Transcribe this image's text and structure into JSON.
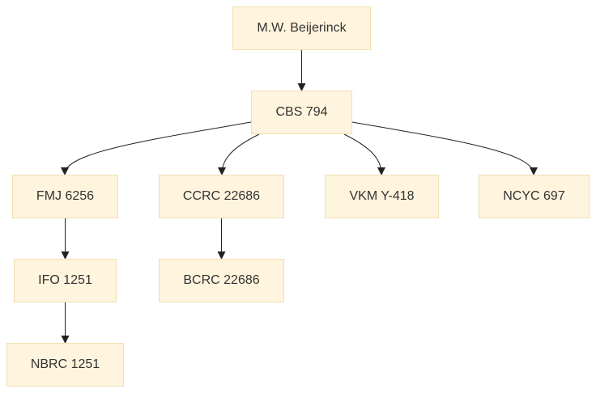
{
  "diagram": {
    "nodes": [
      {
        "id": "mw-beijerinck",
        "label": "M.W. Beijerinck"
      },
      {
        "id": "cbs-794",
        "label": "CBS 794"
      },
      {
        "id": "fmj-6256",
        "label": "FMJ 6256"
      },
      {
        "id": "ccrc-22686",
        "label": "CCRC 22686"
      },
      {
        "id": "vkm-y-418",
        "label": "VKM Y-418"
      },
      {
        "id": "ncyc-697",
        "label": "NCYC 697"
      },
      {
        "id": "ifo-1251",
        "label": "IFO 1251"
      },
      {
        "id": "bcrc-22686",
        "label": "BCRC 22686"
      },
      {
        "id": "nbrc-1251",
        "label": "NBRC 1251"
      }
    ],
    "edges": [
      {
        "from": "mw-beijerinck",
        "to": "cbs-794"
      },
      {
        "from": "cbs-794",
        "to": "fmj-6256"
      },
      {
        "from": "cbs-794",
        "to": "ccrc-22686"
      },
      {
        "from": "cbs-794",
        "to": "vkm-y-418"
      },
      {
        "from": "cbs-794",
        "to": "ncyc-697"
      },
      {
        "from": "fmj-6256",
        "to": "ifo-1251"
      },
      {
        "from": "ccrc-22686",
        "to": "bcrc-22686"
      },
      {
        "from": "ifo-1251",
        "to": "nbrc-1251"
      }
    ]
  }
}
